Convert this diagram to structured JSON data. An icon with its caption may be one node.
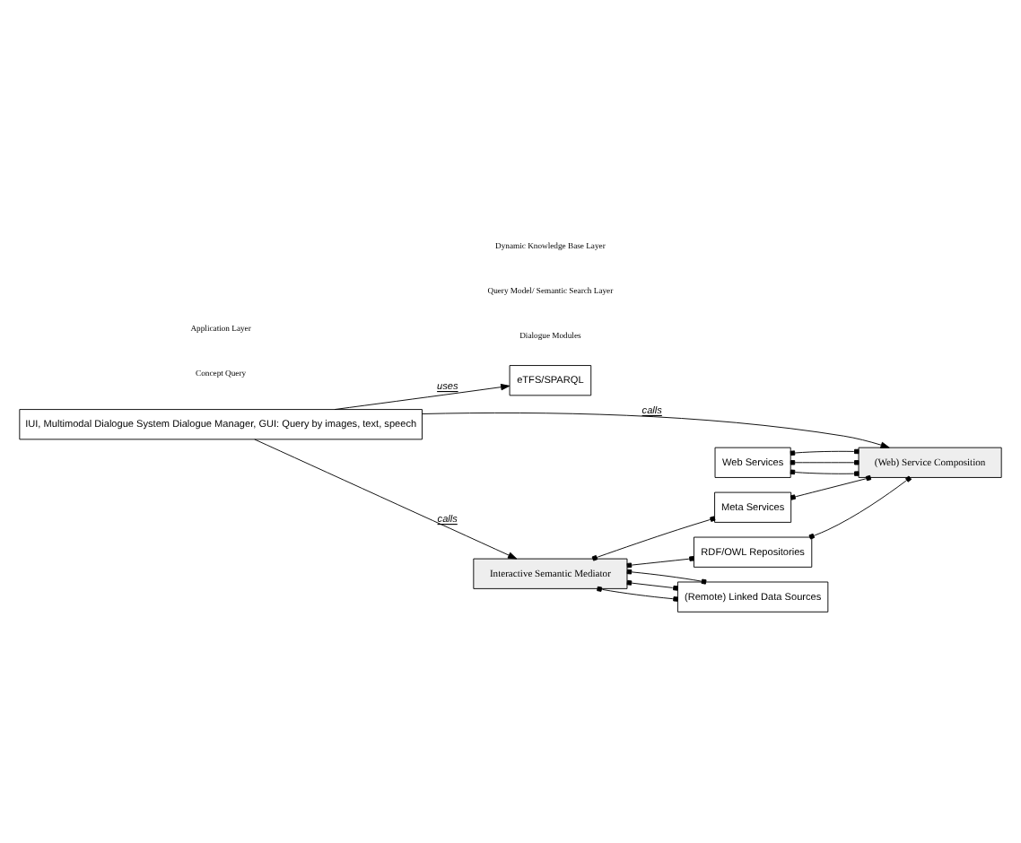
{
  "diagram": {
    "nodes": [
      {
        "text": [
          "IUI, Multimodal Dialogue System Dialogue Manager, GUI: Query by images, text, speech"
        ]
      },
      {
        "text": [
          "eTFS/SPARQL"
        ]
      },
      {
        "text": [
          "Interactive Semantic Mediator"
        ]
      },
      {
        "text": [
          "Web Services"
        ]
      },
      {
        "text": [
          "Meta Services"
        ]
      },
      {
        "text": [
          "RDF/OWL Repositories"
        ]
      },
      {
        "text": [
          "(Remote) Linked Data Sources"
        ]
      },
      {
        "text": [
          "(Web) Service Composition"
        ]
      }
    ],
    "edges": [
      {
        "from": 0,
        "to": 1,
        "arrow": "to",
        "label": "uses"
      },
      {
        "from": 0,
        "to": 2,
        "arrow": "to",
        "label": "calls"
      },
      {
        "from": 0,
        "to": 7,
        "arrow": "to",
        "label": "calls"
      },
      {
        "from": 3,
        "to": 7,
        "arrow": "other"
      },
      {
        "from": 3,
        "to": 7,
        "arrow": "other"
      },
      {
        "from": 3,
        "to": 7,
        "arrow": "other"
      },
      {
        "from": 2,
        "to": 4,
        "arrow": "other"
      },
      {
        "from": 4,
        "to": 7,
        "arrow": "other"
      },
      {
        "from": 2,
        "to": 5,
        "arrow": "other"
      },
      {
        "from": 5,
        "to": 7,
        "arrow": "other"
      },
      {
        "from": 2,
        "to": 6,
        "arrow": "other"
      },
      {
        "from": 2,
        "to": 6,
        "arrow": "other"
      },
      {
        "from": 2,
        "to": 6,
        "arrow": "other"
      }
    ],
    "labels": [
      "Concept Query",
      "Dialogue Modules",
      "Application Layer",
      "Query Model/ Semantic Search Layer",
      "Dynamic Knowledge Base Layer"
    ]
  }
}
